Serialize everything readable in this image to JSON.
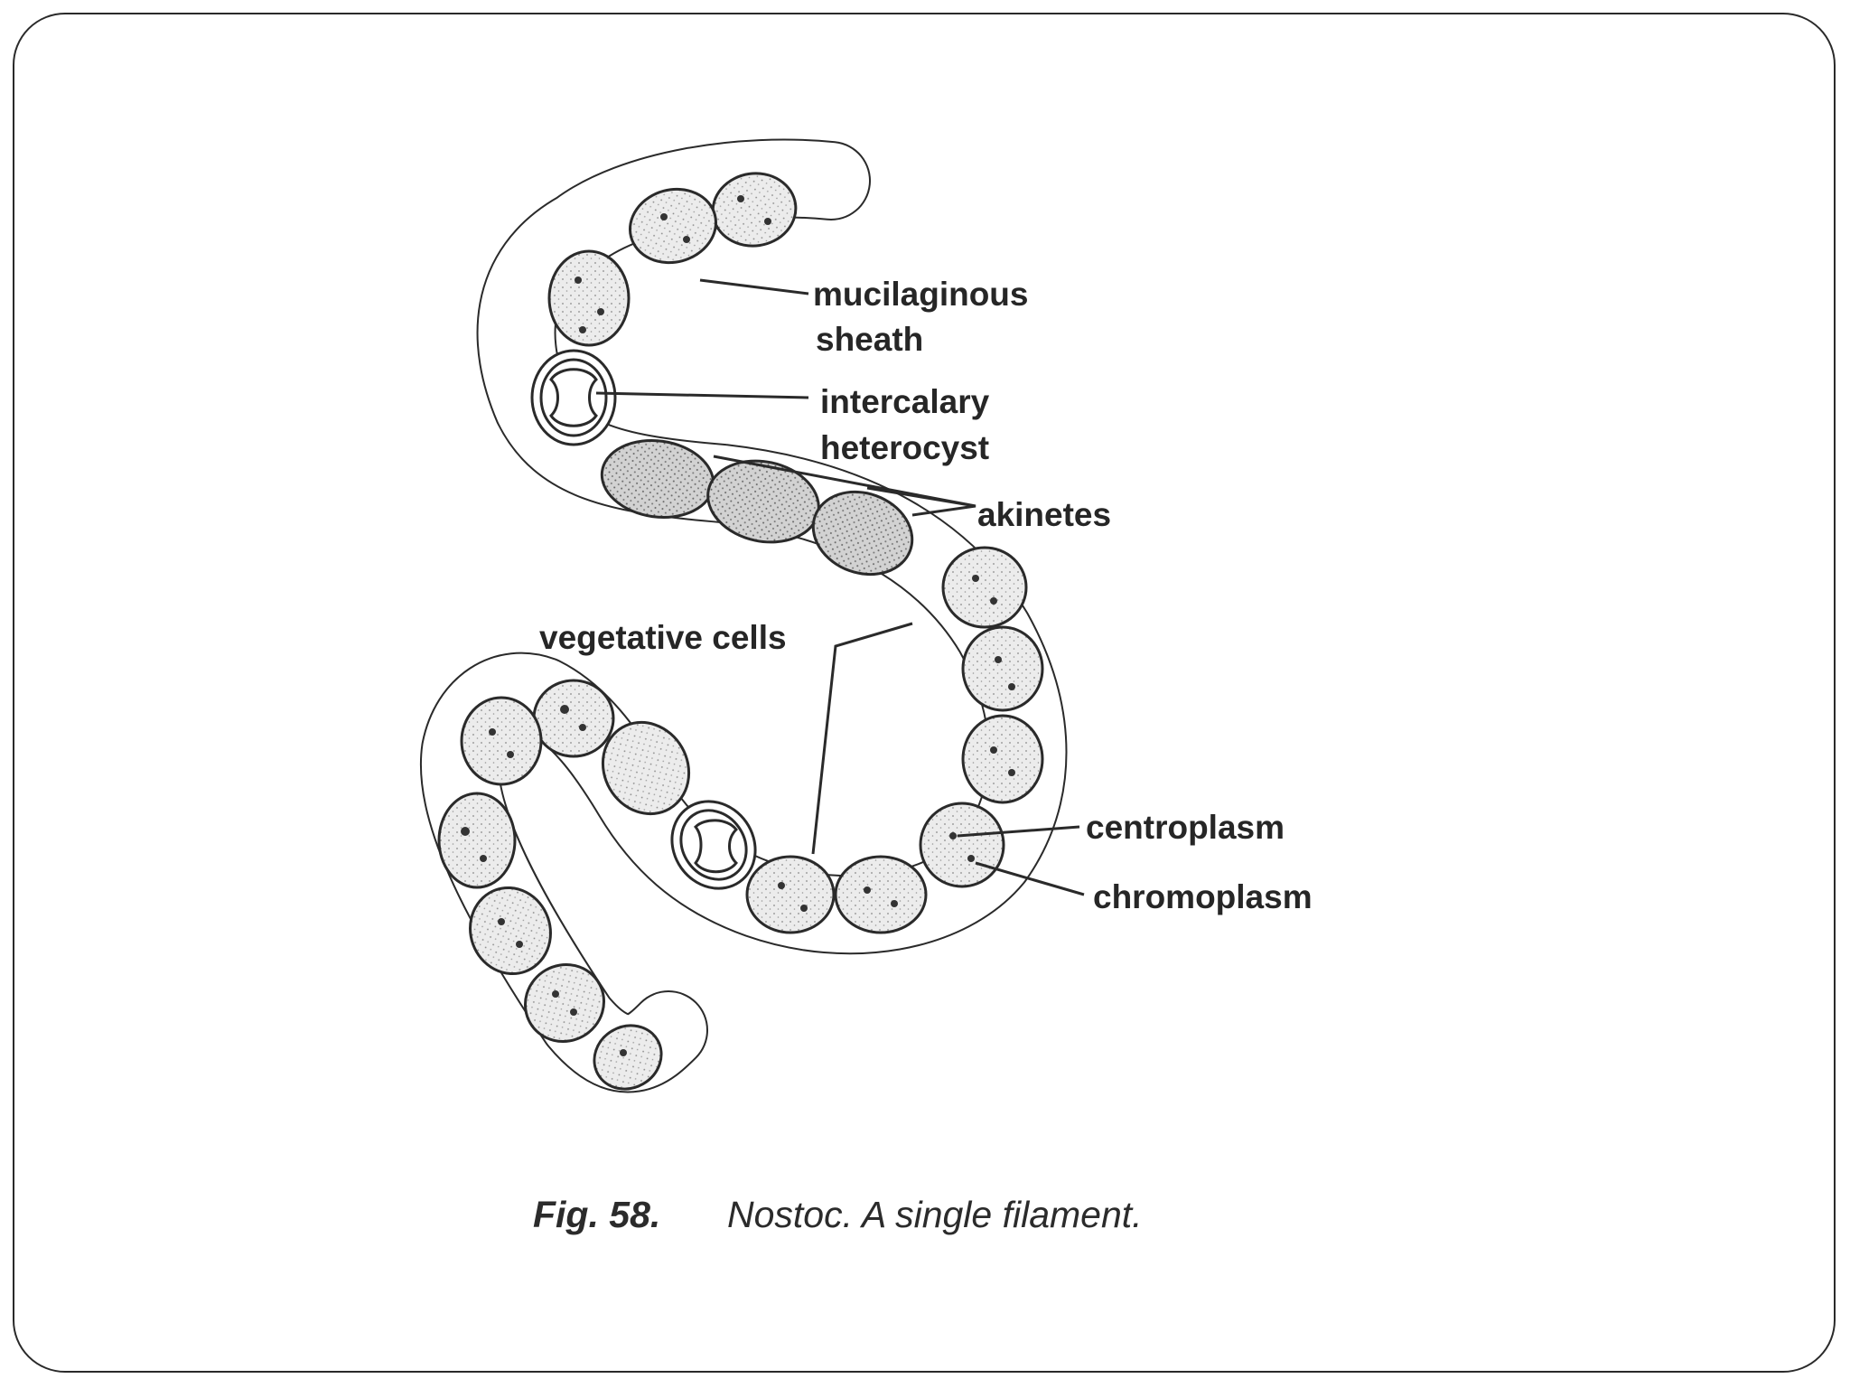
{
  "slide": {
    "figure": {
      "labels": {
        "sheath_line1": "mucilaginous",
        "sheath_line2": "sheath",
        "heterocyst_line1": "intercalary",
        "heterocyst_line2": "heterocyst",
        "akinetes": "akinetes",
        "vegetative_cells": "vegetative cells",
        "centroplasm": "centroplasm",
        "chromoplasm": "chromoplasm"
      },
      "caption": {
        "number": "Fig. 58.",
        "text": "Nostoc. A single filament."
      }
    },
    "colors": {
      "ink": "#2a2a2a",
      "cell_fill": "#e6e6e6",
      "akinete_fill": "#cfcfcf"
    }
  }
}
